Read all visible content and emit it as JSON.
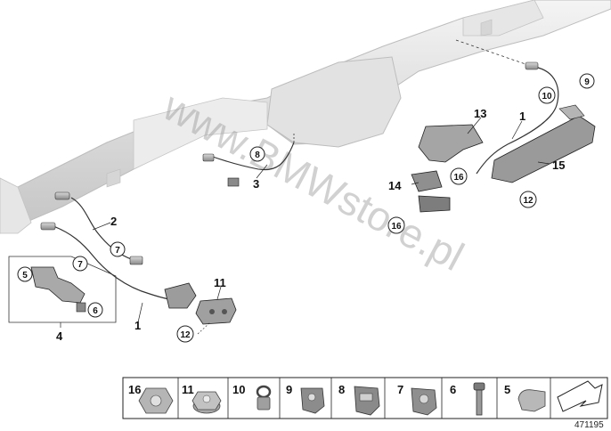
{
  "watermark": "www.BMWstore.pl",
  "part_number": "471195",
  "callouts": [
    {
      "id": "c1a",
      "label": "1"
    },
    {
      "id": "c1b",
      "label": "1"
    },
    {
      "id": "c2",
      "label": "2"
    },
    {
      "id": "c3",
      "label": "3"
    },
    {
      "id": "c4",
      "label": "4"
    },
    {
      "id": "c13",
      "label": "13"
    },
    {
      "id": "c14",
      "label": "14"
    },
    {
      "id": "c15",
      "label": "15"
    },
    {
      "id": "c11",
      "label": "11"
    }
  ],
  "circled_callouts": [
    {
      "id": "k5",
      "label": "5"
    },
    {
      "id": "k6",
      "label": "6"
    },
    {
      "id": "k7a",
      "label": "7"
    },
    {
      "id": "k7b",
      "label": "7"
    },
    {
      "id": "k8",
      "label": "8"
    },
    {
      "id": "k9",
      "label": "9"
    },
    {
      "id": "k10",
      "label": "10"
    },
    {
      "id": "k12a",
      "label": "12"
    },
    {
      "id": "k12b",
      "label": "12"
    },
    {
      "id": "k16a",
      "label": "16"
    },
    {
      "id": "k16b",
      "label": "16"
    }
  ],
  "legend_strip": [
    {
      "label": "16",
      "icon": "hex-nut-icon"
    },
    {
      "label": "11",
      "icon": "flange-nut-icon"
    },
    {
      "label": "10",
      "icon": "cable-clip-icon"
    },
    {
      "label": "9",
      "icon": "cable-holder-icon"
    },
    {
      "label": "8",
      "icon": "cable-holder-icon"
    },
    {
      "label": "7",
      "icon": "cable-holder-icon"
    },
    {
      "label": "6",
      "icon": "bolt-icon"
    },
    {
      "label": "5",
      "icon": "clip-icon"
    }
  ]
}
